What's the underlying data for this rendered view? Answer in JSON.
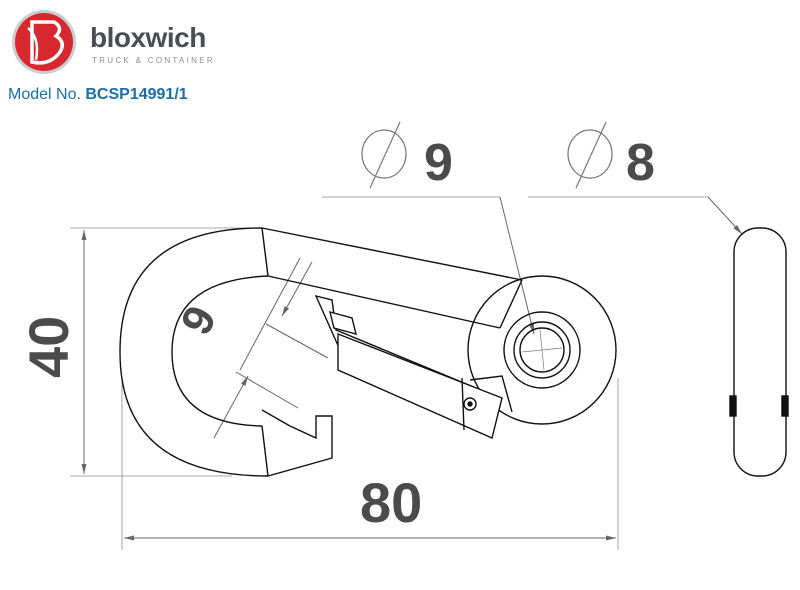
{
  "brand": {
    "name": "bloxwich",
    "tagline": "TRUCK & CONTAINER",
    "colors": {
      "red": "#d7282f",
      "grey": "#4a4d52"
    }
  },
  "model": {
    "label": "Model No.",
    "number": "BCSP14991/1",
    "color": "#1a6fa8"
  },
  "dimensions": {
    "diameter_symbol": "∅",
    "diameter_a": "9",
    "diameter_b": "8",
    "height": "40",
    "width": "80",
    "gate_diameter": "9"
  }
}
